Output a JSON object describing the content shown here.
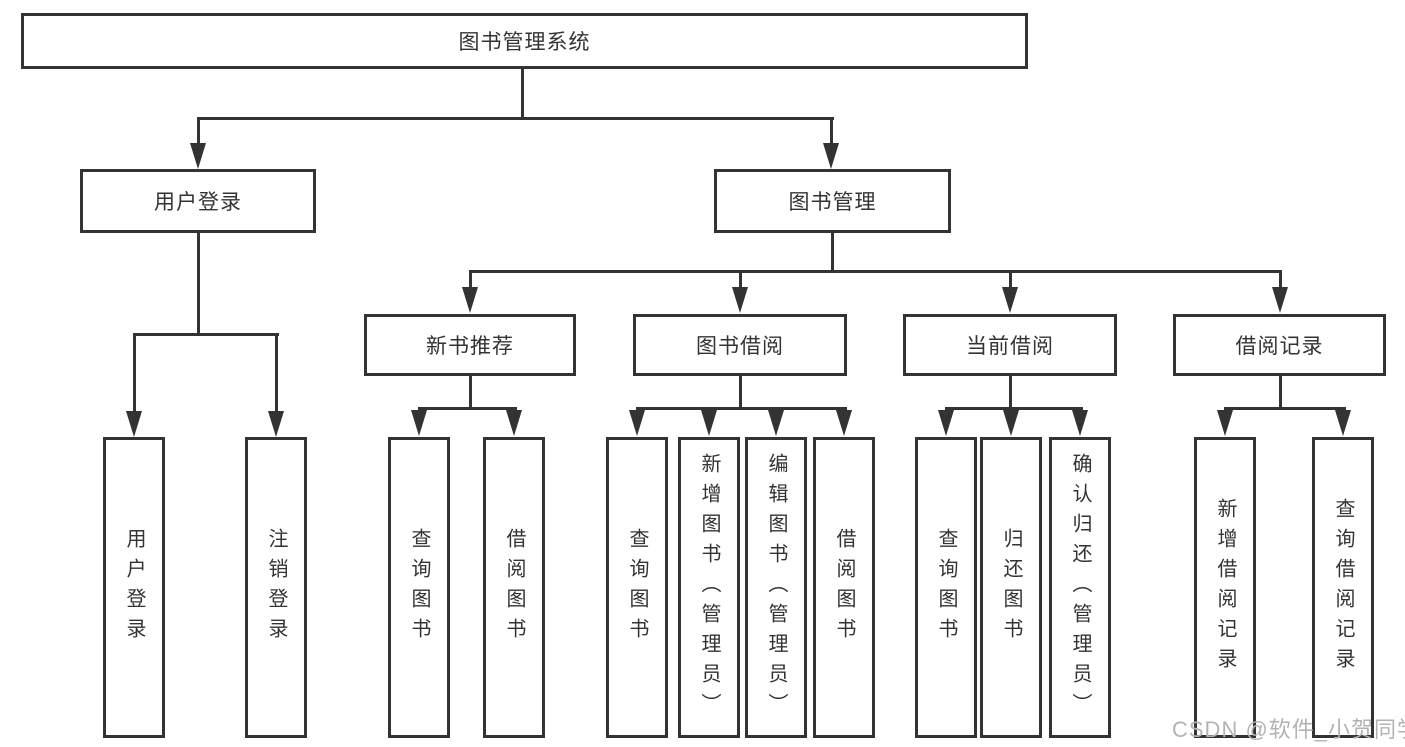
{
  "colors": {
    "line": "#333333",
    "box_border": "#333333",
    "background": "#ffffff",
    "watermark_text": "#b3b3b3"
  },
  "tree": {
    "label": "图书管理系统",
    "children": [
      {
        "label": "用户登录",
        "children": [
          {
            "label": "用户登录"
          },
          {
            "label": "注销登录"
          }
        ]
      },
      {
        "label": "图书管理",
        "children": [
          {
            "label": "新书推荐",
            "children": [
              {
                "label": "查询图书"
              },
              {
                "label": "借阅图书"
              }
            ]
          },
          {
            "label": "图书借阅",
            "children": [
              {
                "label": "查询图书"
              },
              {
                "label": "新增图书（管理员）"
              },
              {
                "label": "编辑图书（管理员）"
              },
              {
                "label": "借阅图书"
              }
            ]
          },
          {
            "label": "当前借阅",
            "children": [
              {
                "label": "查询图书"
              },
              {
                "label": "归还图书"
              },
              {
                "label": "确认归还（管理员）"
              }
            ]
          },
          {
            "label": "借阅记录",
            "children": [
              {
                "label": "新增借阅记录"
              },
              {
                "label": "查询借阅记录"
              }
            ]
          }
        ]
      }
    ]
  },
  "watermark": "CSDN @软件_小贺同学"
}
